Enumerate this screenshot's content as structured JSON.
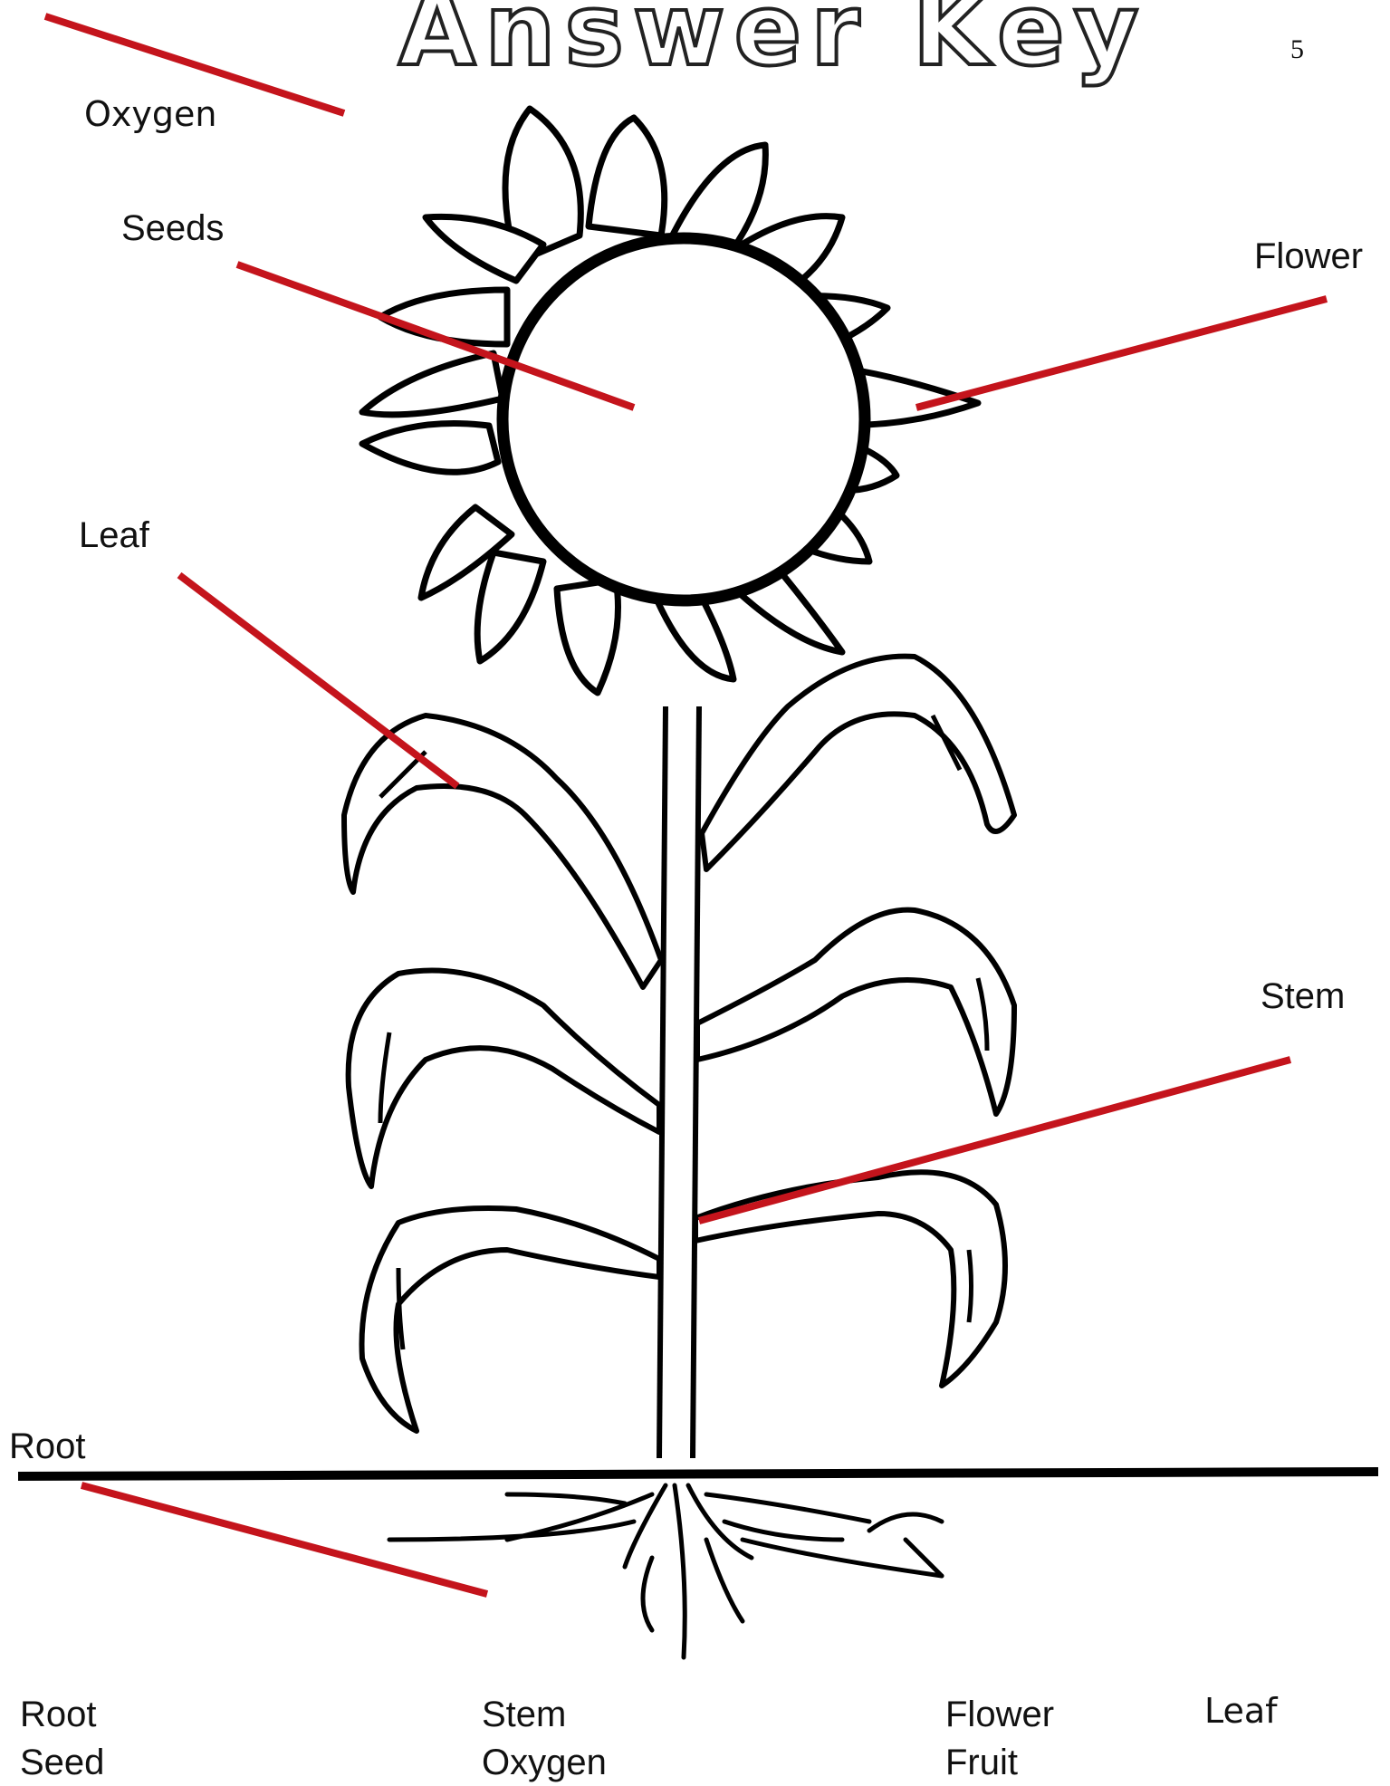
{
  "title": "Answer Key",
  "page_number": "5",
  "labels": {
    "oxygen": "Oxygen",
    "seeds": "Seeds",
    "flower": "Flower",
    "leaf": "Leaf",
    "stem": "Stem",
    "root": "Root"
  },
  "word_bank": {
    "col1": [
      "Root",
      "Seed"
    ],
    "col2": [
      "Stem",
      "Oxygen"
    ],
    "col3": [
      "Flower",
      "Fruit"
    ],
    "extra": "Leaf"
  },
  "colors": {
    "pointer_line": "#c4141c",
    "outline": "#000000",
    "background": "#ffffff"
  }
}
